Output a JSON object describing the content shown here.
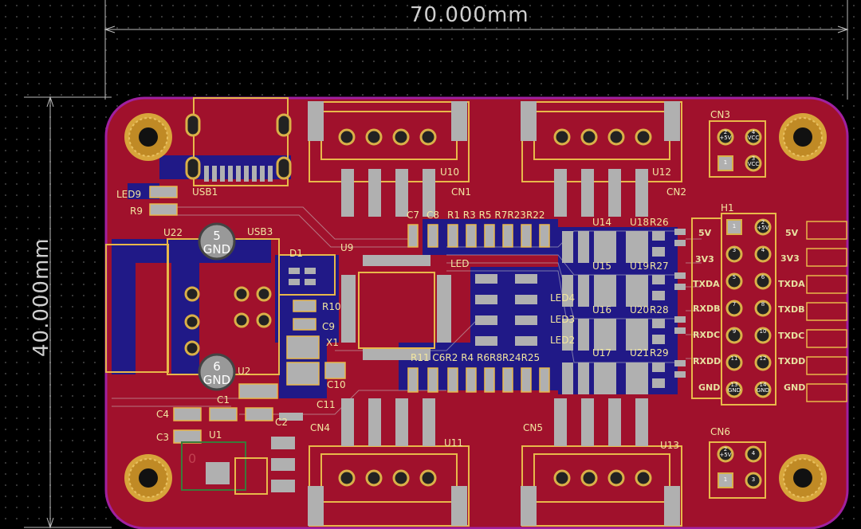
{
  "dimensions": {
    "width": "70.000mm",
    "height": "40.000mm"
  },
  "components": {
    "usb1": "USB1",
    "usb3": "USB3",
    "led9": "LED9",
    "r9": "R9",
    "u22": "U22",
    "d1": "D1",
    "u9": "U9",
    "r10": "R10",
    "c9": "C9",
    "x1": "X1",
    "c10": "C10",
    "u2": "U2",
    "c1": "C1",
    "c4": "C4",
    "c2": "C2",
    "c3": "C3",
    "u1": "U1",
    "c11": "C11",
    "cn1": "CN1",
    "cn2": "CN2",
    "cn3": "CN3",
    "cn4": "CN4",
    "cn5": "CN5",
    "cn6": "CN6",
    "u10": "U10",
    "u11": "U11",
    "u12": "U12",
    "u13": "U13",
    "u14": "U14",
    "u15": "U15",
    "u16": "U16",
    "u17": "U17",
    "u18": "U18",
    "u19": "U19",
    "u20": "U20",
    "u21": "U21",
    "r26": "R26",
    "r27": "R27",
    "r28": "R28",
    "r29": "R29",
    "c7": "C7",
    "c8": "C8",
    "top_row": "R1 R3 R5 R7R23R22",
    "bot_row": "R11 C6R2 R4 R6R8R24R25",
    "led": "LED",
    "led4": "LED4",
    "led3": "LED3",
    "led2": "LED2",
    "h1": "H1",
    "zero": "0"
  },
  "gnd_pads": [
    {
      "num": "5",
      "name": "GND"
    },
    {
      "num": "6",
      "name": "GND"
    }
  ],
  "header_left": [
    "5V",
    "3V3",
    "TXDA",
    "RXDB",
    "RXDC",
    "RXDD",
    "GND"
  ],
  "header_right": [
    "5V",
    "3V3",
    "TXDA",
    "TXDB",
    "TXDC",
    "TXDD",
    "GND"
  ],
  "header_pins": [
    [
      "1",
      "2\n+5V"
    ],
    [
      "3",
      "4"
    ],
    [
      "5",
      "6"
    ],
    [
      "7",
      "8"
    ],
    [
      "9",
      "10"
    ],
    [
      "11",
      "12"
    ],
    [
      "13\nGND",
      "14\nGND"
    ]
  ],
  "cn3_pins": [
    "2\n+5V",
    "4\nVCC",
    "1",
    "3\nVCC"
  ],
  "cn6_pins": [
    "2\n+5V",
    "4",
    "1",
    "3"
  ],
  "colors": {
    "board": "#a0112c",
    "outline": "#a020a0",
    "silk": "#e8b84a",
    "copper_bottom": "#1a1a8c",
    "pad": "#b0b0b0"
  }
}
